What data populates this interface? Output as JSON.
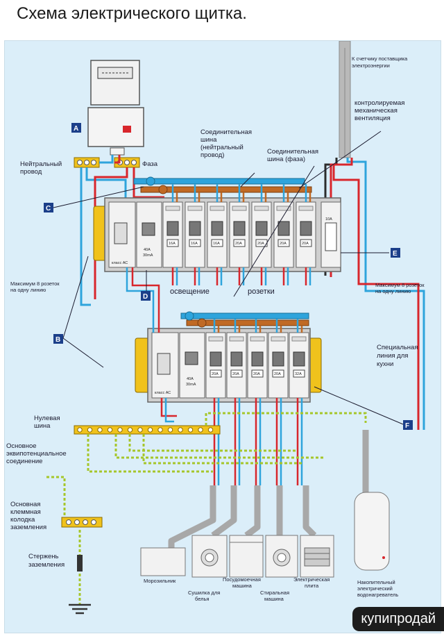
{
  "title": "Схема электрического щитка.",
  "watermark": "купипродай",
  "tags": {
    "a": "A",
    "b": "B",
    "c": "C",
    "d": "D",
    "e": "E",
    "f": "F"
  },
  "labels": {
    "meter_supplier": [
      "К счетчику поставщика",
      "электроэнергии"
    ],
    "ventilation": [
      "контролируемая",
      "механическая",
      "вентиляция"
    ],
    "neutral_wire": [
      "Нейтральный",
      "провод"
    ],
    "phase": "Фаза",
    "neutral_bus": [
      "Соединительная",
      "шина",
      "(нейтральный",
      "провод)"
    ],
    "phase_bus": [
      "Соединительная",
      "шина (фаза)"
    ],
    "lighting": "освещение",
    "sockets": "розетки",
    "max_sockets_left": [
      "Максимум 8 розеток",
      "на одну линию"
    ],
    "max_sockets_right": [
      "Максимум 8 розеток",
      "на одну линию"
    ],
    "kitchen_line": [
      "Специальная",
      "линия для",
      "кухни"
    ],
    "zero_bus": [
      "Нулевая",
      "шина"
    ],
    "main_equipotential": [
      "Основное",
      "эквипотенциальное",
      "соединение"
    ],
    "main_ground_block": [
      "Основная",
      "клеммная",
      "колодка",
      "заземления"
    ],
    "ground_rod": [
      "Стержень",
      "заземления"
    ],
    "fridge": "Морозильник",
    "dryer": [
      "Сушилка для",
      "белья"
    ],
    "dishwasher": [
      "Посудомоечная",
      "машина"
    ],
    "washer": [
      "Стиральная",
      "машина"
    ],
    "stove": [
      "Электрическая",
      "плита"
    ],
    "boiler": [
      "Накопительный",
      "электрический",
      "водонагреватель"
    ]
  },
  "breakers_top": [
    "16A",
    "16A",
    "16A",
    "20A",
    "20A",
    "20A",
    "20A"
  ],
  "breakers_bottom": [
    "20A",
    "20A",
    "20A",
    "20A",
    "32A"
  ],
  "rcd_top": [
    "40A",
    "30mA"
  ],
  "rcd_bottom": [
    "40A",
    "30mA"
  ],
  "rcd_class": "класс АС",
  "right_module": "10A",
  "colors": {
    "phase": "#d8262c",
    "neutral": "#2ea4dc",
    "ground": "#c8d82c",
    "case": "#e6e6e6",
    "yellow": "#f0c21c",
    "tag": "#1b3f8a"
  }
}
